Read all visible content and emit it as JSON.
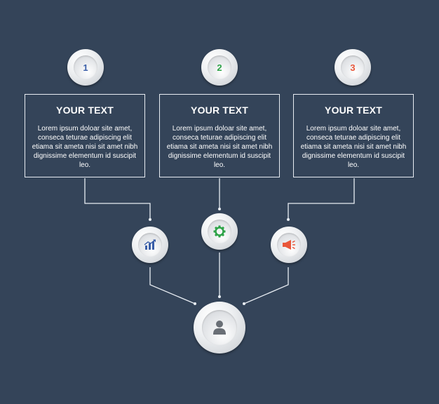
{
  "steps": [
    {
      "number": "1",
      "color": "#3a5ea8",
      "title": "YOUR TEXT",
      "text": "Lorem ipsum doloar site amet, conseca teturae adipiscing elit etiama sit ameta nisi sit amet nibh dignissime elementum id suscipit leo."
    },
    {
      "number": "2",
      "color": "#2ea348",
      "title": "YOUR TEXT",
      "text": "Lorem ipsum doloar site amet, conseca teturae adipiscing elit etiama sit ameta nisi sit amet nibh dignissime elementum id suscipit leo."
    },
    {
      "number": "3",
      "color": "#e9573a",
      "title": "YOUR TEXT",
      "text": "Lorem ipsum doloar site amet, conseca teturae adipiscing elit etiama sit ameta nisi sit amet nibh dignissime elementum id suscipit leo."
    }
  ],
  "icons": [
    {
      "name": "chart-growth-icon",
      "color": "#3a5ea8"
    },
    {
      "name": "gear-icon",
      "color": "#2ea348"
    },
    {
      "name": "megaphone-icon",
      "color": "#e9573a"
    },
    {
      "name": "user-icon",
      "color": "#6a6f76"
    }
  ],
  "colors": {
    "background": "#344459",
    "line": "#e8edf3",
    "text": "#ffffff"
  }
}
